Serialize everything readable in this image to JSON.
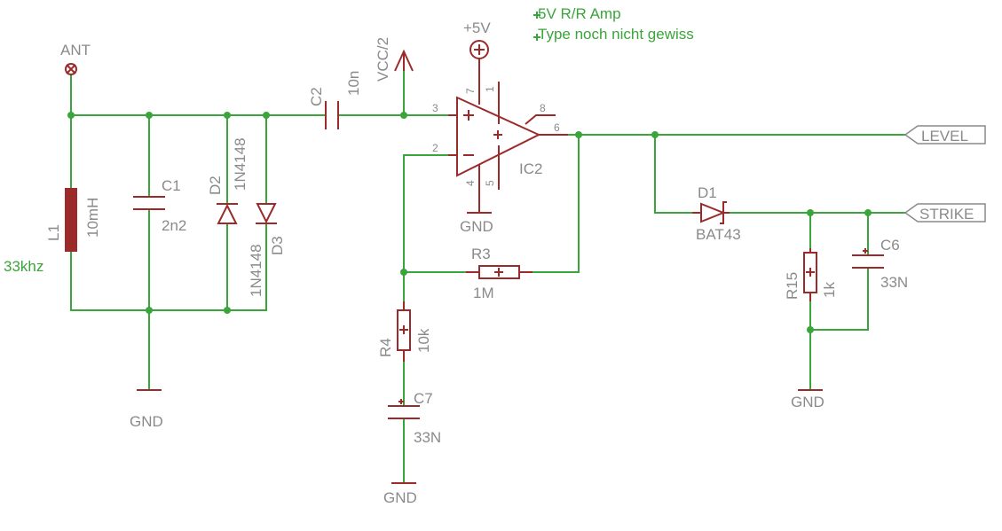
{
  "notes": {
    "title_line1": "5V R/R Amp",
    "title_line2": "Type noch nicht gewiss",
    "freq": "33khz"
  },
  "power": {
    "vplus": "+5V",
    "vcc_half": "VCC/2",
    "gnd": "GND",
    "ant": "ANT"
  },
  "ports": {
    "level": "LEVEL",
    "strike": "STRIKE"
  },
  "components": {
    "L1": {
      "ref": "L1",
      "value": "10mH"
    },
    "C1": {
      "ref": "C1",
      "value": "2n2"
    },
    "D2": {
      "ref": "D2",
      "value": "1N4148"
    },
    "D3": {
      "ref": "D3",
      "value": "1N4148"
    },
    "C2": {
      "ref": "C2",
      "value": "10n"
    },
    "IC2": {
      "ref": "IC2",
      "pins": {
        "p1": "1",
        "p2": "2",
        "p3": "3",
        "p4": "4",
        "p5": "5",
        "p6": "6",
        "p7": "7",
        "p8": "8"
      }
    },
    "R3": {
      "ref": "R3",
      "value": "1M"
    },
    "R4": {
      "ref": "R4",
      "value": "10k"
    },
    "C7": {
      "ref": "C7",
      "value": "33N"
    },
    "D1": {
      "ref": "D1",
      "value": "BAT43"
    },
    "R15": {
      "ref": "R15",
      "value": "1k"
    },
    "C6": {
      "ref": "C6",
      "value": "33N"
    }
  },
  "colors": {
    "wire": "#3aa53a",
    "component": "#9b2b2b",
    "label": "#8a8a8a"
  }
}
